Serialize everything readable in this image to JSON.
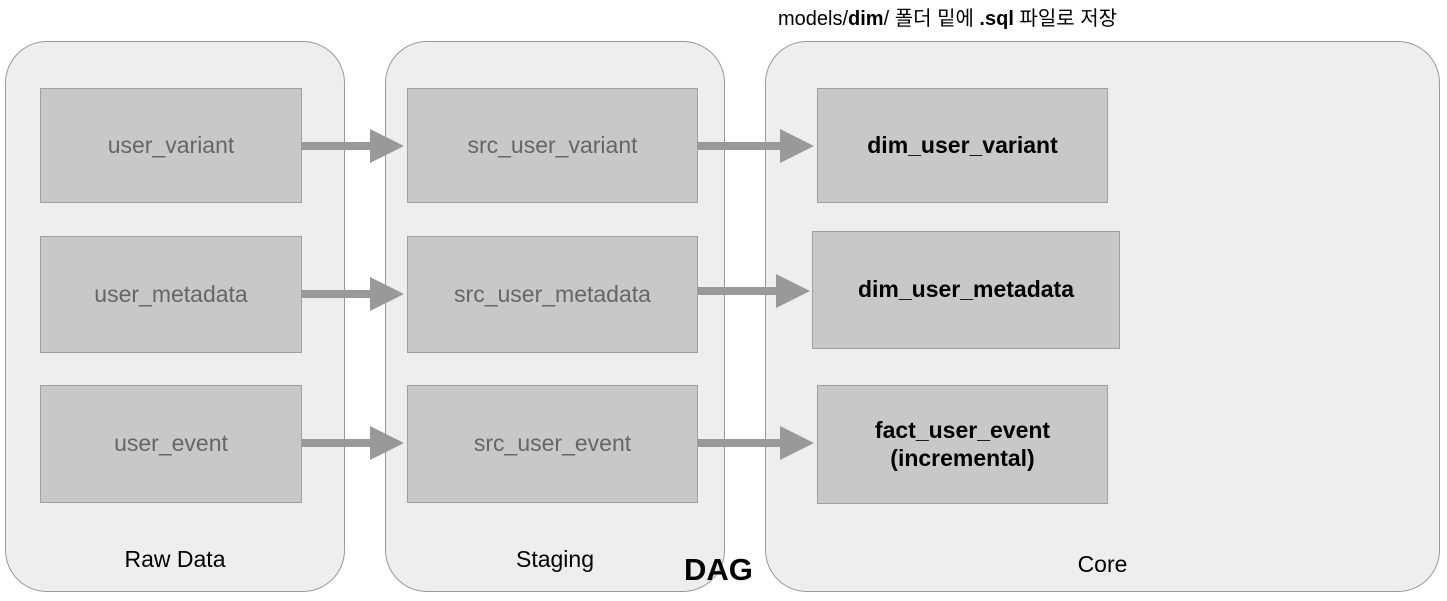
{
  "caption": {
    "prefix": "models/",
    "bold": "dim",
    "mid": "/ 폴더 밑에 ",
    "bold2": ".sql",
    "suffix": " 파일로 저장"
  },
  "dag_label": "DAG",
  "colors": {
    "group_fill": "#eeeeee",
    "group_border": "#999999",
    "node_fill": "#c8c8c8",
    "node_border": "#a0a0a0",
    "node_text_muted": "#666666",
    "node_text_strong": "#000000",
    "arrow": "#999999",
    "background": "#ffffff"
  },
  "groups": [
    {
      "id": "raw-data",
      "label": "Raw Data",
      "nodes": [
        {
          "id": "user-variant",
          "label": "user_variant"
        },
        {
          "id": "user-metadata",
          "label": "user_metadata"
        },
        {
          "id": "user-event",
          "label": "user_event"
        }
      ]
    },
    {
      "id": "staging",
      "label": "Staging",
      "nodes": [
        {
          "id": "src-user-variant",
          "label": "src_user_variant"
        },
        {
          "id": "src-user-metadata",
          "label": "src_user_metadata"
        },
        {
          "id": "src-user-event",
          "label": "src_user_event"
        }
      ]
    },
    {
      "id": "core",
      "label": "Core",
      "nodes": [
        {
          "id": "dim-user-variant",
          "label": "dim_user_variant"
        },
        {
          "id": "dim-user-metadata",
          "label": "dim_user_metadata"
        },
        {
          "id": "fact-user-event",
          "label": "fact_user_event",
          "label2": "(incremental)"
        }
      ]
    }
  ],
  "edges": [
    {
      "id": "edge-user-variant-to-src",
      "from": "user_variant",
      "to": "src_user_variant"
    },
    {
      "id": "edge-user-metadata-to-src",
      "from": "user_metadata",
      "to": "src_user_metadata"
    },
    {
      "id": "edge-user-event-to-src",
      "from": "user_event",
      "to": "src_user_event"
    },
    {
      "id": "edge-src-variant-to-dim",
      "from": "src_user_variant",
      "to": "dim_user_variant"
    },
    {
      "id": "edge-src-metadata-to-dim",
      "from": "src_user_metadata",
      "to": "dim_user_metadata"
    },
    {
      "id": "edge-src-event-to-fact",
      "from": "src_user_event",
      "to": "fact_user_event"
    }
  ]
}
